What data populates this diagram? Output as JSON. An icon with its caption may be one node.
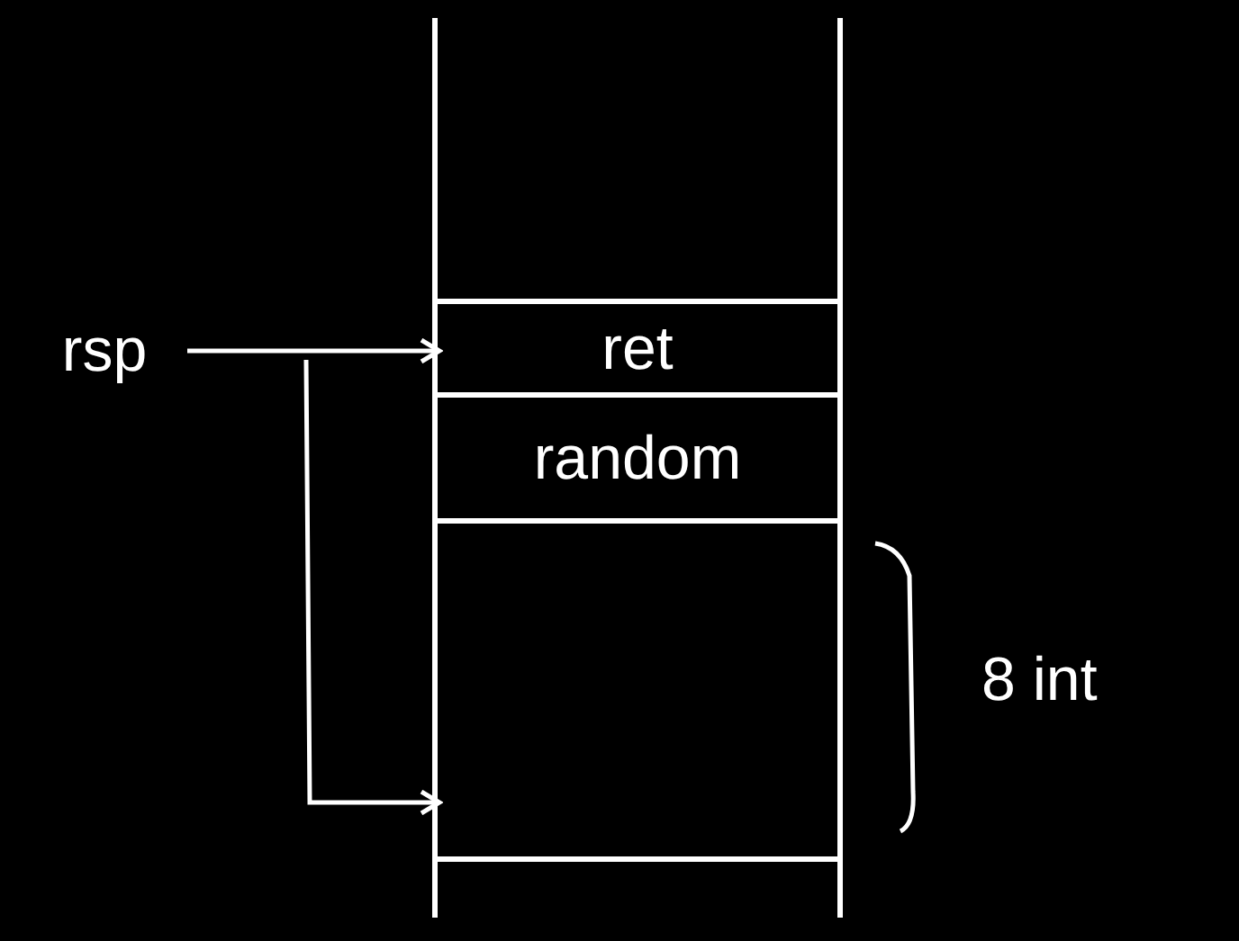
{
  "diagram": {
    "nodes": [
      {
        "text": [],
        "shape": "box"
      },
      {
        "text": [
          "rsp"
        ]
      },
      {
        "text": [
          "ret"
        ],
        "in": 0
      },
      {
        "text": [
          "random"
        ],
        "in": 0
      },
      {
        "text": [],
        "shape": "box",
        "in": 0,
        "beside": [
          "8 int"
        ]
      }
    ],
    "edges": [
      {
        "from": 1,
        "to": 2,
        "arrow": "to"
      },
      {
        "from": null,
        "to": 4,
        "arrow": "to"
      }
    ]
  }
}
